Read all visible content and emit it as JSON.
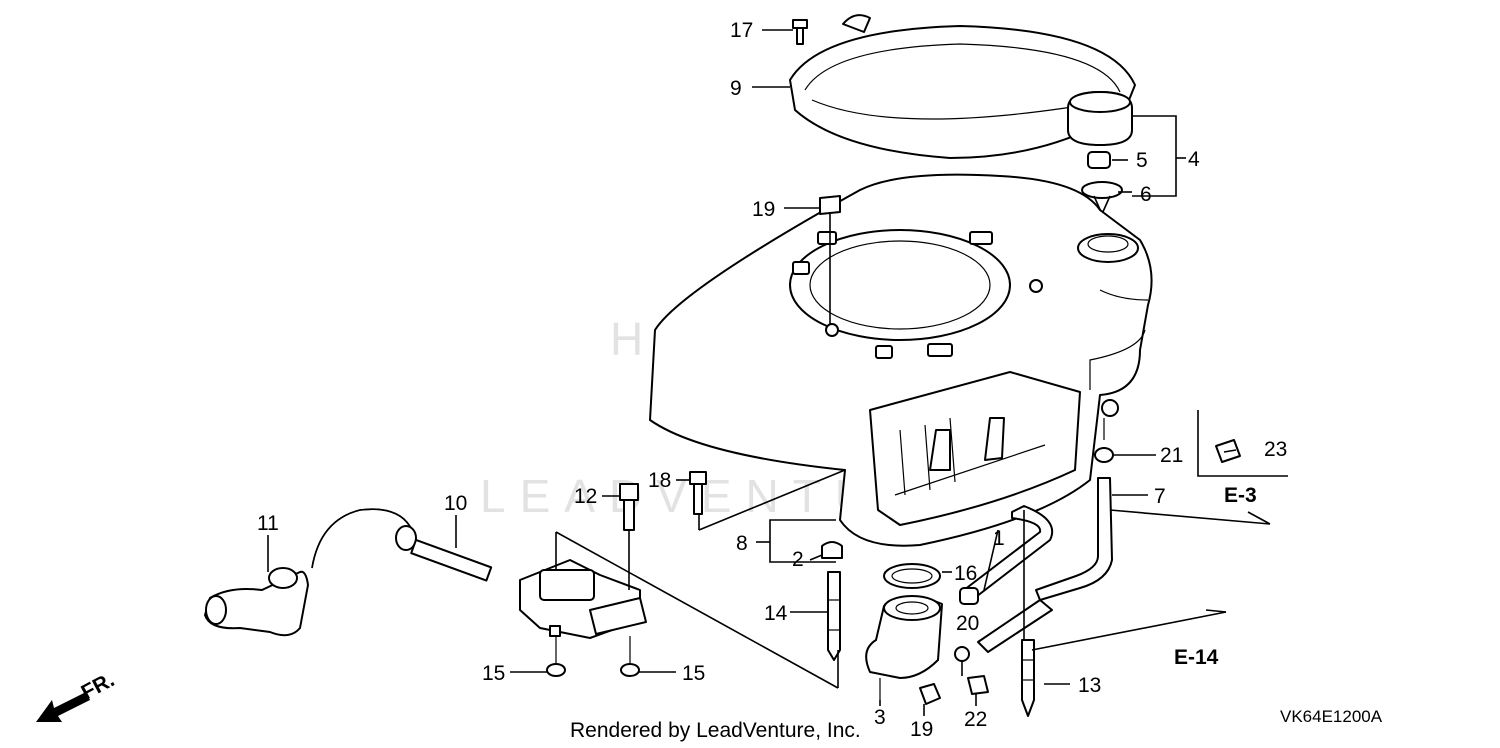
{
  "watermark": {
    "brand_text": "HONDA",
    "site_text": "LEADVENTURE"
  },
  "callouts": [
    {
      "id": "c1",
      "text": "1"
    },
    {
      "id": "c2",
      "text": "2"
    },
    {
      "id": "c3",
      "text": "3"
    },
    {
      "id": "c4",
      "text": "4"
    },
    {
      "id": "c5",
      "text": "5"
    },
    {
      "id": "c6",
      "text": "6"
    },
    {
      "id": "c7",
      "text": "7"
    },
    {
      "id": "c8",
      "text": "8"
    },
    {
      "id": "c9",
      "text": "9"
    },
    {
      "id": "c10",
      "text": "10"
    },
    {
      "id": "c11",
      "text": "11"
    },
    {
      "id": "c12",
      "text": "12"
    },
    {
      "id": "c13",
      "text": "13"
    },
    {
      "id": "c14",
      "text": "14"
    },
    {
      "id": "c15a",
      "text": "15"
    },
    {
      "id": "c15b",
      "text": "15"
    },
    {
      "id": "c16",
      "text": "16"
    },
    {
      "id": "c17",
      "text": "17"
    },
    {
      "id": "c18",
      "text": "18"
    },
    {
      "id": "c19a",
      "text": "19"
    },
    {
      "id": "c19b",
      "text": "19"
    },
    {
      "id": "c20",
      "text": "20"
    },
    {
      "id": "c21",
      "text": "21"
    },
    {
      "id": "c22",
      "text": "22"
    },
    {
      "id": "c23",
      "text": "23"
    }
  ],
  "references": {
    "e3": "E-3",
    "e14": "E-14"
  },
  "front_indicator": "FR.",
  "credit": "Rendered by LeadVenture, Inc.",
  "diagram_code": "VK64E1200A"
}
